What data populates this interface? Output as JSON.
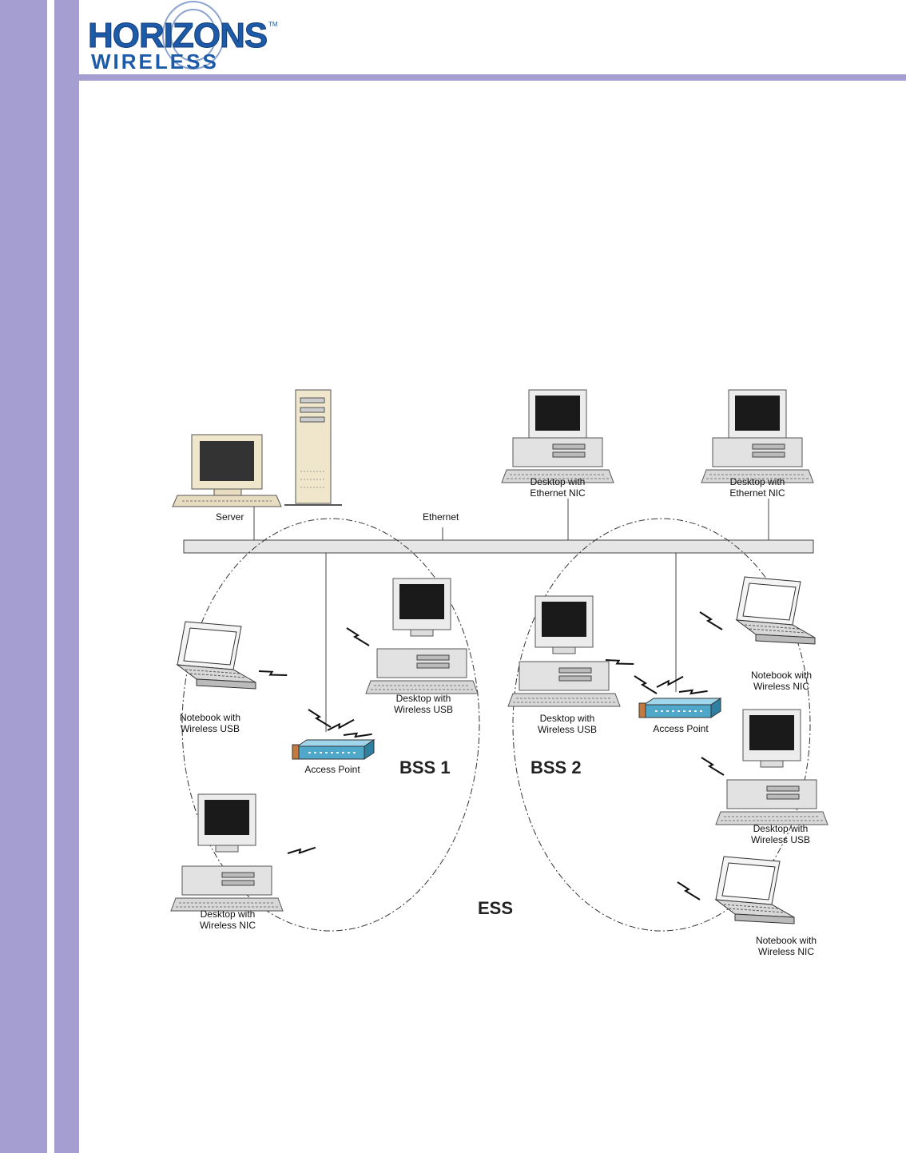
{
  "logo": {
    "line1": "HORIZONS",
    "line2": "WIRELESS",
    "tm": "TM"
  },
  "diagram": {
    "ethernet": "Ethernet",
    "server": "Server",
    "desktop_ethernet_1": [
      "Desktop with",
      "Ethernet NIC"
    ],
    "desktop_ethernet_2": [
      "Desktop with",
      "Ethernet NIC"
    ],
    "notebook_usb": [
      "Notebook with",
      "Wireless USB"
    ],
    "desktop_usb_bss1": [
      "Desktop with",
      "Wireless USB"
    ],
    "access_point_1": "Access Point",
    "bss1": "BSS 1",
    "desktop_nic_bss1": [
      "Desktop with",
      "Wireless NIC"
    ],
    "desktop_usb_bss2": [
      "Desktop with",
      "Wireless USB"
    ],
    "access_point_2": "Access Point",
    "bss2": "BSS 2",
    "notebook_nic_1": [
      "Notebook with",
      "Wireless NIC"
    ],
    "desktop_usb_bss2_right": [
      "Desktop with",
      "Wireless USB"
    ],
    "notebook_nic_2": [
      "Notebook with",
      "Wireless NIC"
    ],
    "ess": "ESS"
  },
  "colors": {
    "frame": "#a59fd1",
    "logo": "#1d5aa8",
    "ap": "#4fa8c9"
  }
}
